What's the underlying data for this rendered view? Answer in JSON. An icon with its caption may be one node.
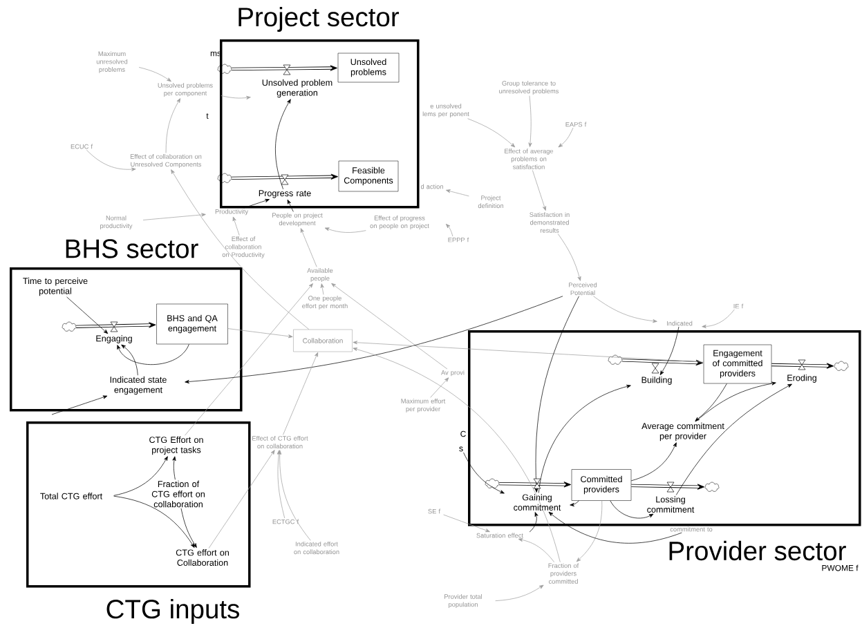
{
  "diagram": {
    "nodes": [
      {
        "text": [
          "Project sector"
        ]
      },
      {
        "text": [],
        "shape": "cloud",
        "in": 0
      },
      {
        "text": [
          "Unsolved problems"
        ],
        "in": 0
      },
      {
        "text": [
          "Unsolved problem generation"
        ],
        "in": 0
      },
      {
        "text": [],
        "shape": "cloud",
        "in": 0
      },
      {
        "text": [
          "Feasible Components"
        ],
        "in": 0
      },
      {
        "text": [
          "Progress rate"
        ],
        "in": 0
      },
      {
        "text": [
          "BHS sector"
        ]
      },
      {
        "text": [
          "Time to perceive potential"
        ],
        "in": 7
      },
      {
        "text": [],
        "shape": "cloud",
        "in": 7
      },
      {
        "text": [
          "BHS and QA engagement"
        ],
        "in": 7
      },
      {
        "text": [
          "Engaging"
        ],
        "in": 7
      },
      {
        "text": [
          "Indicated state engagement"
        ],
        "in": 7
      },
      {
        "text": [
          "CTG inputs"
        ]
      },
      {
        "text": [
          "CTG Effort on project tasks"
        ],
        "in": 13
      },
      {
        "text": [
          "Total CTG effort"
        ],
        "in": 13
      },
      {
        "text": [
          "Fraction of CTG effort on collaboration"
        ],
        "in": 13
      },
      {
        "text": [
          "CTG effort on Collaboration"
        ],
        "in": 13
      },
      {
        "text": [
          "Provider sector"
        ]
      },
      {
        "text": [],
        "shape": "cloud",
        "in": 18
      },
      {
        "text": [
          "Building"
        ],
        "in": 18
      },
      {
        "text": [
          "Engagement of committed providers"
        ],
        "in": 18
      },
      {
        "text": [
          "Eroding"
        ],
        "in": 18
      },
      {
        "text": [],
        "shape": "cloud",
        "in": 18
      },
      {
        "text": [
          "Average commitment per provider"
        ],
        "in": 18
      },
      {
        "text": [],
        "shape": "cloud",
        "in": 18
      },
      {
        "text": [
          "Gaining commitment"
        ],
        "in": 18
      },
      {
        "text": [
          "Committed providers"
        ],
        "in": 18
      },
      {
        "text": [
          "Lossing commitment"
        ],
        "in": 18
      },
      {
        "text": [],
        "shape": "cloud",
        "in": 18
      },
      {
        "text": [
          "Maximum unresolved problems"
        ]
      },
      {
        "text": [
          "Unsolved problems per component"
        ]
      },
      {
        "text": [
          "ECUC f"
        ]
      },
      {
        "text": [
          "Effect of collaboration on Unresolved Components"
        ]
      },
      {
        "text": [
          "Normal productivity"
        ]
      },
      {
        "text": [
          "Productivity"
        ]
      },
      {
        "text": [
          "Effect of collaboration on Productivity"
        ]
      },
      {
        "text": [
          "People on project development"
        ]
      },
      {
        "text": [
          "Effect of progress on people on project"
        ]
      },
      {
        "text": [
          "EPPP f"
        ]
      },
      {
        "text": [
          "Project definition"
        ]
      },
      {
        "text": [
          "d action"
        ]
      },
      {
        "text": [
          "e unsolved lems per ponent"
        ]
      },
      {
        "text": [
          "Group tolerance to unresolved problems"
        ]
      },
      {
        "text": [
          "EAPS f"
        ]
      },
      {
        "text": [
          "Effect of average problems on satisfaction"
        ]
      },
      {
        "text": [
          "Satisfaction in demonstrated results"
        ]
      },
      {
        "text": [
          "Perceived Potential"
        ]
      },
      {
        "text": [
          "IE f"
        ]
      },
      {
        "text": [
          "Indicated"
        ]
      },
      {
        "text": [
          "Available people"
        ]
      },
      {
        "text": [
          "One people effort per month"
        ]
      },
      {
        "text": [
          "Collaboration"
        ]
      },
      {
        "text": [
          "Av provi"
        ]
      },
      {
        "text": [
          "Maximum effort per provider"
        ]
      },
      {
        "text": [
          "Effect of CTG effort on collaboration"
        ]
      },
      {
        "text": [
          "ECTGC f"
        ]
      },
      {
        "text": [
          "Indicated effort on collaboration"
        ]
      },
      {
        "text": [
          "SE f"
        ]
      },
      {
        "text": [
          "Saturation effect"
        ]
      },
      {
        "text": [
          "Fraction of providers committed"
        ]
      },
      {
        "text": [
          "Provider total population"
        ]
      },
      {
        "text": [
          "commitment to"
        ]
      },
      {
        "text": [
          "s"
        ]
      }
    ],
    "edges": [
      {
        "from": 1,
        "to": 2,
        "arrow": "to",
        "style": "thick",
        "color": "#000000"
      },
      {
        "from": 4,
        "to": 5,
        "arrow": "to",
        "style": "thick",
        "color": "#000000"
      },
      {
        "from": 9,
        "to": 10,
        "arrow": "to",
        "style": "thick",
        "color": "#000000"
      },
      {
        "from": 19,
        "to": 21,
        "arrow": "to",
        "style": "thick",
        "color": "#000000"
      },
      {
        "from": 21,
        "to": 23,
        "arrow": "to",
        "style": "thick",
        "color": "#000000"
      },
      {
        "from": 25,
        "to": 27,
        "arrow": "to",
        "style": "thick",
        "color": "#000000"
      },
      {
        "from": 27,
        "to": 29,
        "arrow": "to",
        "style": "thick",
        "color": "#000000"
      },
      {
        "from": 6,
        "to": 3,
        "arrow": "to",
        "color": "#000000"
      },
      {
        "from": 35,
        "to": 6,
        "arrow": "to",
        "color": "#000000"
      },
      {
        "from": 37,
        "to": 6,
        "arrow": "to",
        "color": "#000000"
      },
      {
        "from": 31,
        "to": 3,
        "arrow": "to"
      },
      {
        "from": 30,
        "to": 31,
        "arrow": "to"
      },
      {
        "from": 33,
        "to": 31,
        "arrow": "to"
      },
      {
        "from": 32,
        "to": 33,
        "arrow": "to"
      },
      {
        "from": 34,
        "to": 35,
        "arrow": "to"
      },
      {
        "from": 36,
        "to": 35,
        "arrow": "to"
      },
      {
        "from": 52,
        "to": 33,
        "arrow": "to"
      },
      {
        "from": 38,
        "to": 37,
        "arrow": "to"
      },
      {
        "from": 39,
        "to": 38,
        "arrow": "to"
      },
      {
        "from": 50,
        "to": 37,
        "arrow": "to"
      },
      {
        "from": 51,
        "to": 50,
        "arrow": "to"
      },
      {
        "from": 14,
        "to": 50,
        "arrow": "to"
      },
      {
        "from": 53,
        "to": 50,
        "arrow": "to"
      },
      {
        "from": 40,
        "to": 41,
        "arrow": "to"
      },
      {
        "from": 42,
        "to": 45,
        "arrow": "to"
      },
      {
        "from": 43,
        "to": 45,
        "arrow": "to"
      },
      {
        "from": 44,
        "to": 45,
        "arrow": "to"
      },
      {
        "from": 45,
        "to": 46,
        "arrow": "to"
      },
      {
        "from": 46,
        "to": 47,
        "arrow": "to"
      },
      {
        "from": 47,
        "to": 49,
        "arrow": "to"
      },
      {
        "from": 48,
        "to": 49,
        "arrow": "to"
      },
      {
        "from": 47,
        "to": 12,
        "arrow": "to",
        "color": "#000000"
      },
      {
        "from": 21,
        "to": 52,
        "arrow": "to"
      },
      {
        "from": 10,
        "to": 52,
        "arrow": "to"
      },
      {
        "from": 17,
        "to": 55,
        "arrow": "to"
      },
      {
        "from": 55,
        "to": 52,
        "arrow": "to"
      },
      {
        "from": 60,
        "to": 52,
        "arrow": "to"
      },
      {
        "from": 56,
        "to": 55,
        "arrow": "to"
      },
      {
        "from": 57,
        "to": 55,
        "arrow": "to"
      },
      {
        "from": 58,
        "to": 59,
        "arrow": "to"
      },
      {
        "from": 60,
        "to": 59,
        "arrow": "to"
      },
      {
        "from": 61,
        "to": 60,
        "arrow": "to"
      },
      {
        "from": 27,
        "to": 60,
        "arrow": "to"
      },
      {
        "from": 54,
        "to": 53,
        "arrow": "to"
      },
      {
        "from": 8,
        "to": 11,
        "arrow": "to",
        "color": "#000000"
      },
      {
        "from": 10,
        "to": 11,
        "arrow": "to",
        "color": "#000000"
      },
      {
        "from": 12,
        "to": 11,
        "arrow": "to",
        "color": "#000000"
      },
      {
        "from": null,
        "to": 12,
        "arrow": "to",
        "color": "#000000"
      },
      {
        "from": 15,
        "to": 14,
        "arrow": "to",
        "color": "#000000"
      },
      {
        "from": 15,
        "to": 17,
        "arrow": "to",
        "color": "#000000"
      },
      {
        "from": 16,
        "to": 14,
        "arrow": "to",
        "color": "#000000"
      },
      {
        "from": 16,
        "to": 17,
        "arrow": "to",
        "color": "#000000"
      },
      {
        "from": 49,
        "to": 20,
        "arrow": "to",
        "color": "#000000"
      },
      {
        "from": 26,
        "to": 20,
        "arrow": "to",
        "color": "#000000"
      },
      {
        "from": 21,
        "to": 24,
        "arrow": "to",
        "color": "#000000"
      },
      {
        "from": 27,
        "to": 24,
        "arrow": "to",
        "color": "#000000"
      },
      {
        "from": 24,
        "to": 22,
        "arrow": "to",
        "color": "#000000"
      },
      {
        "from": 28,
        "to": 22,
        "arrow": "to",
        "color": "#000000"
      },
      {
        "from": 27,
        "to": 28,
        "arrow": "to",
        "color": "#000000"
      },
      {
        "from": 27,
        "to": 26,
        "arrow": "to",
        "color": "#000000"
      },
      {
        "from": 59,
        "to": 26,
        "arrow": "to",
        "color": "#000000"
      },
      {
        "from": 47,
        "to": 26,
        "arrow": "to",
        "color": "#000000"
      },
      {
        "from": 62,
        "to": 26,
        "arrow": "to",
        "color": "#000000"
      },
      {
        "from": 63,
        "to": 26,
        "arrow": "to",
        "color": "#000000"
      }
    ],
    "labels": [
      "ms",
      "t",
      "C",
      "PWOME f"
    ]
  }
}
